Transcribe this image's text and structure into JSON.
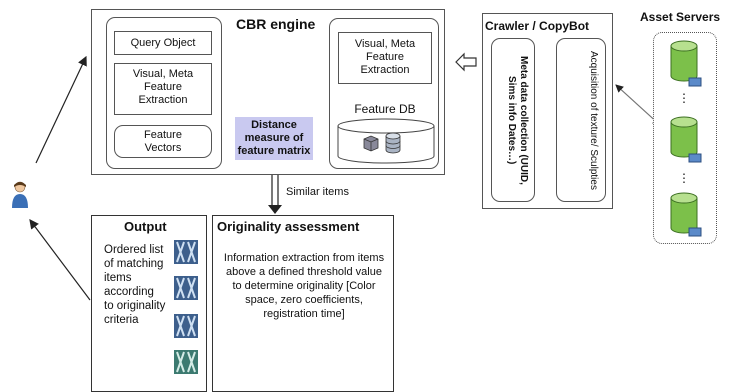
{
  "cbr": {
    "title": "CBR engine",
    "query_object": "Query Object",
    "left_extraction": "Visual, Meta Feature Extraction",
    "feature_vectors": "Feature Vectors",
    "right_extraction": "Visual, Meta Feature Extraction",
    "feature_db": "Feature DB",
    "distance": "Distance measure of feature matrix"
  },
  "crawler": {
    "title": "Crawler / CopyBot",
    "meta_collection": "Meta data collection (UUID, Sims info Dates…)",
    "acquisition": "Acquisition of texture/ Sculpties"
  },
  "asset_servers": {
    "title": "Asset Servers"
  },
  "similar_items": "Similar items",
  "output": {
    "title": "Output",
    "text": "Ordered list of matching items according to originality criteria"
  },
  "originality": {
    "title": "Originality assessment",
    "text": "Information extraction from items above a defined threshold value to determine originality [Color space, zero coefficients, registration time]"
  },
  "colors": {
    "server_green": "#7cc04a",
    "server_blue": "#5b8ac9",
    "highlight": "#c9c9f0"
  },
  "icons": [
    "user-icon",
    "server-icon",
    "database-icon",
    "cube-icon",
    "texture-thumbnail-icon",
    "hollow-arrow-icon"
  ]
}
